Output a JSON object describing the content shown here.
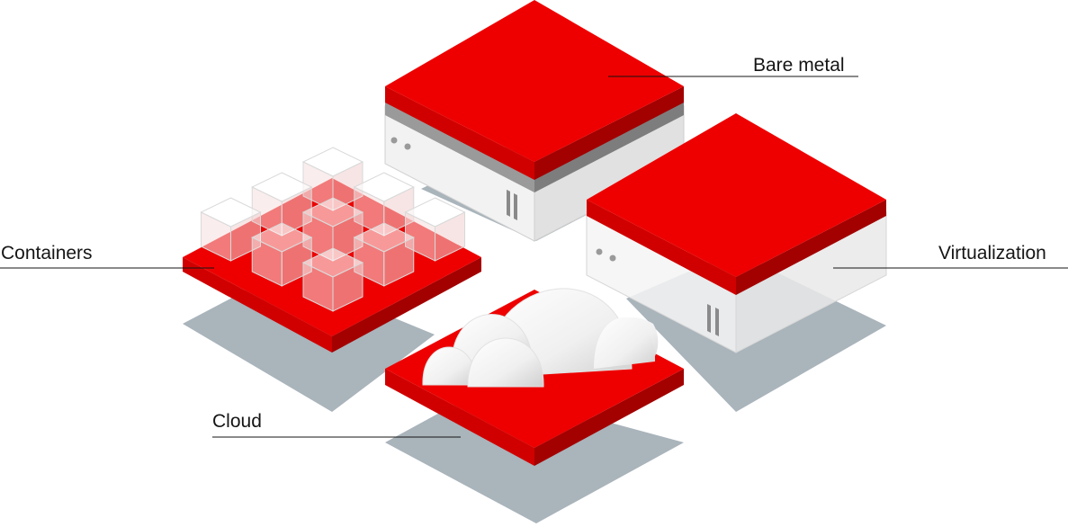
{
  "labels": {
    "bare_metal": "Bare metal",
    "virtualization": "Virtualization",
    "containers": "Containers",
    "cloud": "Cloud"
  },
  "colors": {
    "red_top": "#ee0000",
    "red_side_light": "#d10000",
    "red_side_dark": "#a30000",
    "shadow": "#a9b4bb",
    "server_light": "#f2f2f2",
    "server_mid": "#e0e0e0",
    "server_dark": "#8f8f8f",
    "leader_line": "#151515"
  }
}
